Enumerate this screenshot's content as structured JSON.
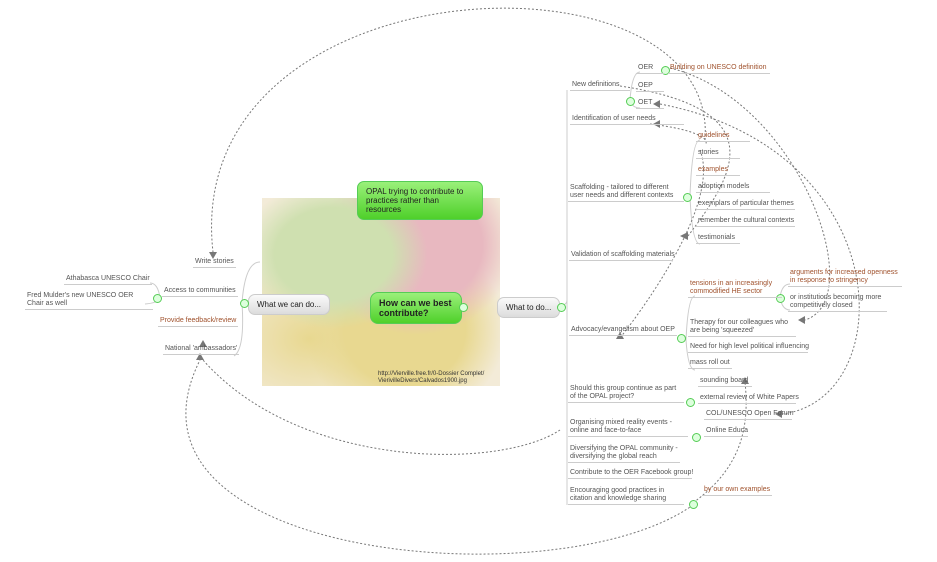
{
  "central": "How can we best contribute?",
  "callout": "OPAL trying to contribute to practices rather than resources",
  "map_caption": [
    "http://Vierville.free.fr/0-Dossier Complet/",
    "VierivilleDivers/Calvados1900.jpg"
  ],
  "left": {
    "title": "What we can do...",
    "items": [
      "Write stories",
      "Access to communities",
      "Provide feedback/review",
      "National 'ambassadors'"
    ],
    "access_children": [
      "Athabasca UNESCO Chair",
      "Fred Mulder's new UNESCO OER Chair as well"
    ]
  },
  "right": {
    "title": "What to do...",
    "new_definitions": "New definitions",
    "defs": [
      "OER",
      "OEP",
      "OET"
    ],
    "oer_child": "Building on UNESCO definition",
    "identification": "Identification of user needs",
    "scaffolding": "Scaffolding - tailored to different user needs and different contexts",
    "scaffolding_children": [
      "guidelines",
      "stories",
      "examples",
      "adoption models",
      "exemplars of particular themes",
      "remember the cultural contexts",
      "testimonials"
    ],
    "validation": "Validation of scaffolding materials",
    "advocacy": "Advocacy/evangelism about OEP",
    "advocacy_children": [
      "tensions in an increasingly commodified HE sector",
      "Therapy for our colleagues who are being 'squeezed'",
      "Need for high level political influencing",
      "mass roll out"
    ],
    "tensions_children": [
      "arguments for increased openness in response to stringency",
      "or institutions becoming more competitively closed"
    ],
    "should": "Should this group continue as part of the OPAL project?",
    "should_children": [
      "sounding board",
      "external review of White Papers"
    ],
    "organising": "Organising mixed reality events - online and face-to-face",
    "organising_children": [
      "COL/UNESCO Open Forum",
      "Online Educa"
    ],
    "diversifying": "Diversifying the OPAL community - diversifying the global reach",
    "contribute": "Contribute to the OER Facebook group!",
    "encouraging": "Encouraging good practices in citation and knowledge sharing",
    "encouraging_child": "by our own examples"
  }
}
